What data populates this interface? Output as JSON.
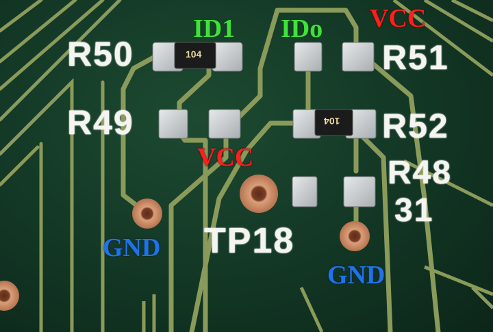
{
  "silkscreen": {
    "r50": "R50",
    "r51": "R51",
    "r49": "R49",
    "r52": "R52",
    "r48": "R48",
    "n31": "31",
    "tp18": "TP18"
  },
  "annotations": {
    "id1": "ID1",
    "id0": "IDo",
    "vcc_top": "VCC",
    "vcc_mid": "VCC",
    "gnd_left": "GND",
    "gnd_right": "GND"
  },
  "resistor_markings": {
    "r50": "104",
    "r52": "104"
  },
  "colors": {
    "board": "#143a27",
    "trace": "#8a9a5a",
    "pad": "#c9cdcf",
    "copper_via": "#c98b66",
    "silkscreen": "#f4f4f0",
    "id_label": "#3fe23a",
    "vcc_label": "#ff1e1e",
    "gnd_label": "#1f73e8"
  }
}
